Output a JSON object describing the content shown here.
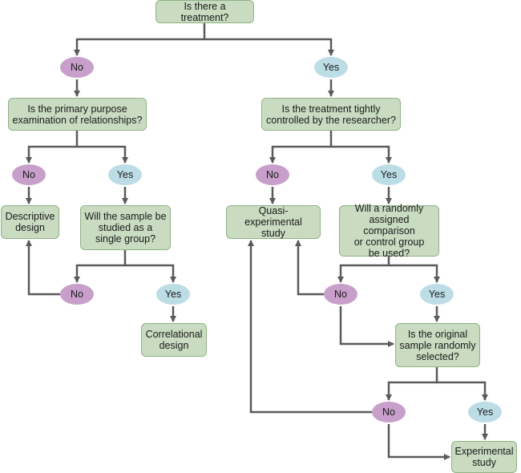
{
  "diagram": {
    "colors": {
      "box_fill": "#c9dcc2",
      "box_border": "#8fb283",
      "no_fill": "#c79fca",
      "yes_fill": "#bcdce6",
      "line": "#5a5a5a"
    },
    "boxes": {
      "q_treatment": "Is there a treatment?",
      "q_relationships": "Is the primary purpose\nexamination of relationships?",
      "q_controlled": "Is the treatment tightly\ncontrolled by the researcher?",
      "descriptive": "Descriptive\ndesign",
      "q_single_group": "Will the sample be\nstudied as a\nsingle group?",
      "quasi": "Quasi-experimental\nstudy",
      "q_random_group": "Will a randomly\nassigned comparison\nor control group\nbe used?",
      "correlational": "Correlational\ndesign",
      "q_random_sample": "Is the original\nsample randomly\nselected?",
      "experimental": "Experimental\nstudy"
    },
    "answers": {
      "no": "No",
      "yes": "Yes"
    }
  }
}
